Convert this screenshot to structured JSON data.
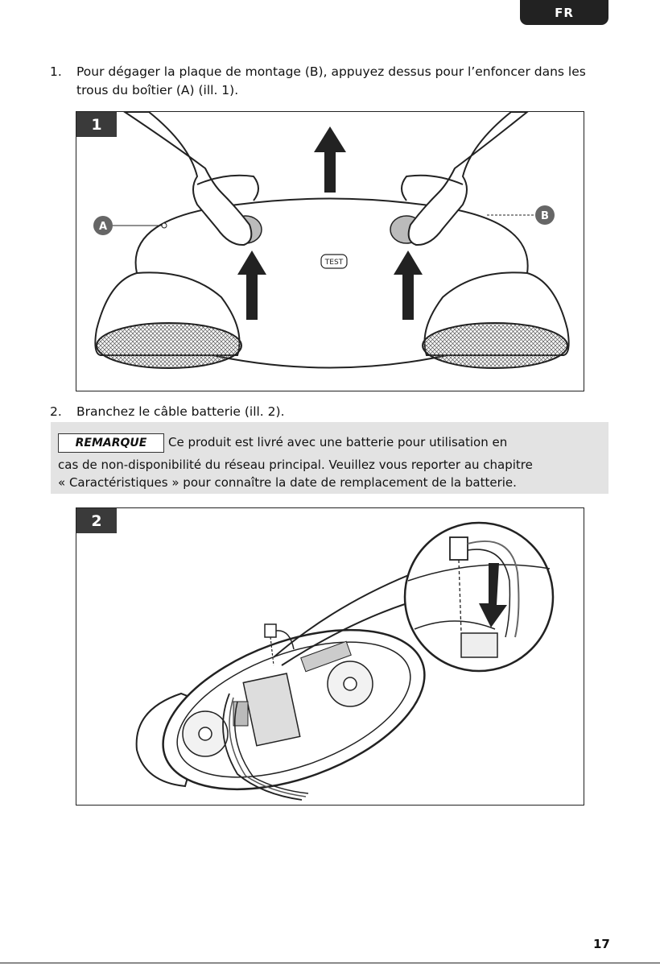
{
  "header": {
    "language_tab": "FR"
  },
  "steps": [
    {
      "number": "1.",
      "line1": "Pour dégager la plaque de montage (B), appuyez dessus pour l’enfoncer dans les",
      "line2": "trous du boîtier (A) (ill. 1)."
    },
    {
      "number": "2.",
      "line1": "Branchez le câble batterie (ill. 2)."
    }
  ],
  "figures": [
    {
      "badge": "1",
      "callouts": [
        "A",
        "B"
      ],
      "button_label": "TEST"
    },
    {
      "badge": "2"
    }
  ],
  "note": {
    "tag": "REMARQUE",
    "line1": "Ce produit est livré avec une batterie pour utilisation en",
    "line2": "cas de non-disponibilité du réseau principal. Veuillez vous reporter au chapitre",
    "line3": "« Caractéristiques » pour connaître la date de remplacement de la batterie."
  },
  "footer": {
    "page_number": "17"
  }
}
